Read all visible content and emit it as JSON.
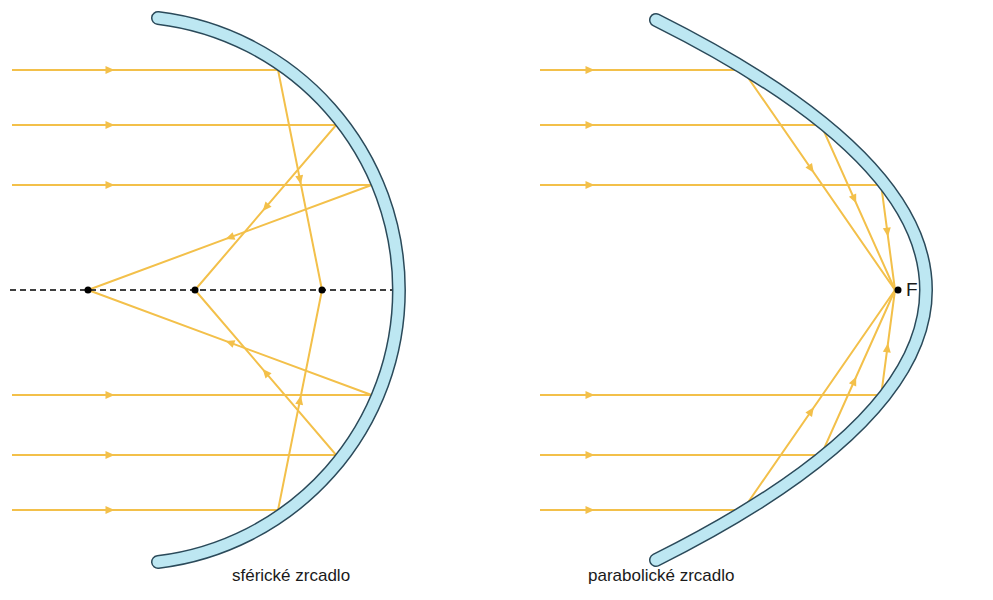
{
  "diagram": {
    "labels": [
      "sférické zrcadlo",
      "parabolické zrcadlo",
      "F"
    ]
  }
}
